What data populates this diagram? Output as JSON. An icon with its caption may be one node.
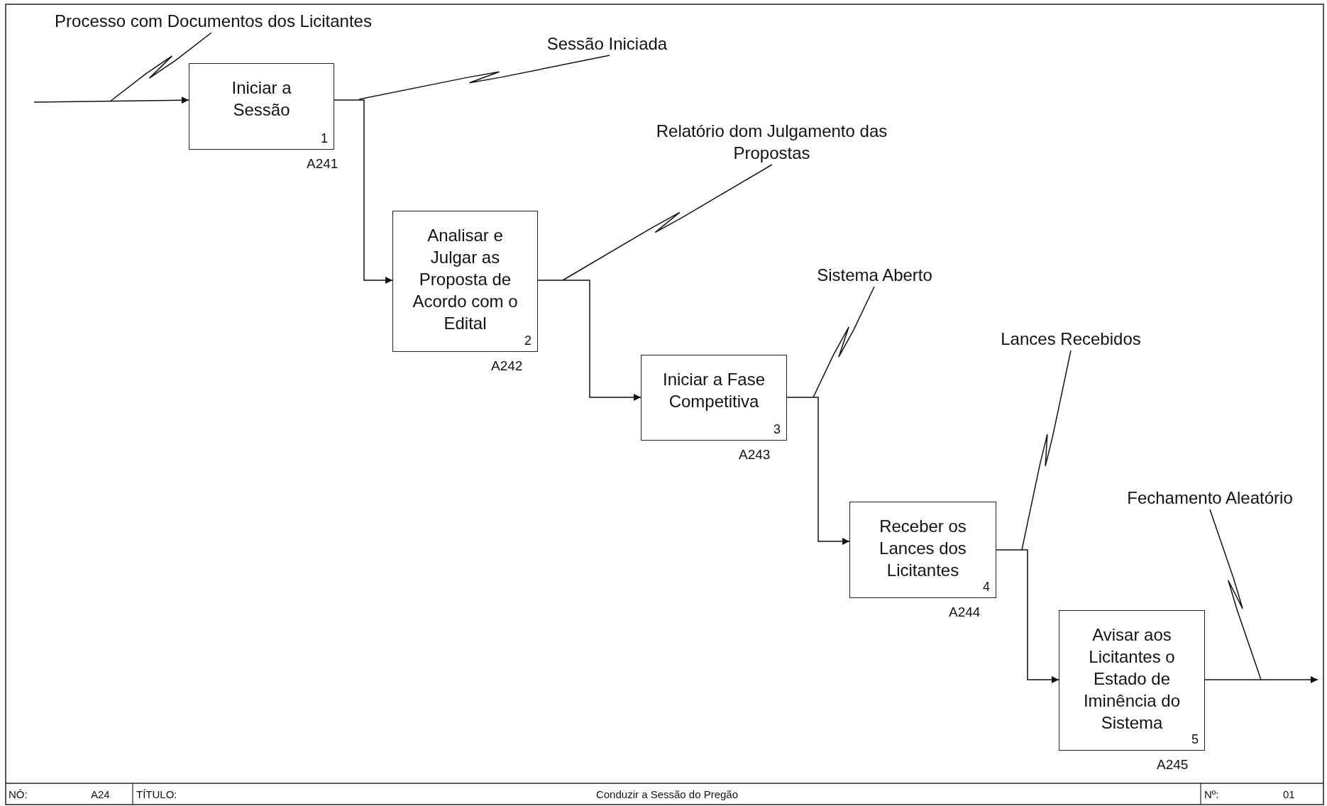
{
  "diagram": {
    "title": "Conduzir a Sessão do Pregão",
    "nodes": [
      {
        "text": [
          "Iniciar a Sessão",
          "1"
        ],
        "beside": [
          "A241"
        ]
      },
      {
        "text": [
          "Analisar e Julgar as Proposta de Acordo com o Edital",
          "2"
        ],
        "beside": [
          "A242"
        ]
      },
      {
        "text": [
          "Iniciar a Fase Competitiva",
          "3"
        ],
        "beside": [
          "A243"
        ]
      },
      {
        "text": [
          "Receber os Lances dos Licitantes",
          "4"
        ],
        "beside": [
          "A244"
        ]
      },
      {
        "text": [
          "Avisar aos Licitantes o Estado de Iminência do Sistema",
          "5"
        ],
        "beside": [
          "A245"
        ]
      },
      {
        "text": [
          "Processo com Documentos dos Licitantes"
        ]
      },
      {
        "text": [
          "Sessão Iniciada"
        ]
      },
      {
        "text": [
          "Relatório dom Julgamento das Propostas"
        ]
      },
      {
        "text": [
          "Sistema Aberto"
        ]
      },
      {
        "text": [
          "Lances Recebidos"
        ]
      },
      {
        "text": [
          "Fechamento Aleatório"
        ]
      }
    ],
    "edges": [
      {
        "from": null,
        "to": 0,
        "arrow": "to"
      },
      {
        "from": 0,
        "to": 1,
        "arrow": "to"
      },
      {
        "from": 1,
        "to": 2,
        "arrow": "to"
      },
      {
        "from": 2,
        "to": 3,
        "arrow": "to"
      },
      {
        "from": 3,
        "to": 4,
        "arrow": "to"
      },
      {
        "from": 4,
        "to": null,
        "arrow": "to"
      },
      {
        "from": 5,
        "to": null,
        "arrow": "none"
      },
      {
        "from": 6,
        "to": null,
        "arrow": "none"
      },
      {
        "from": 7,
        "to": null,
        "arrow": "none"
      },
      {
        "from": 8,
        "to": null,
        "arrow": "none"
      },
      {
        "from": 9,
        "to": null,
        "arrow": "none"
      },
      {
        "from": 10,
        "to": null,
        "arrow": "none"
      }
    ],
    "labels": [
      "NÓ:",
      "A24",
      "TÍTULO:",
      "Nº:",
      "01"
    ]
  }
}
